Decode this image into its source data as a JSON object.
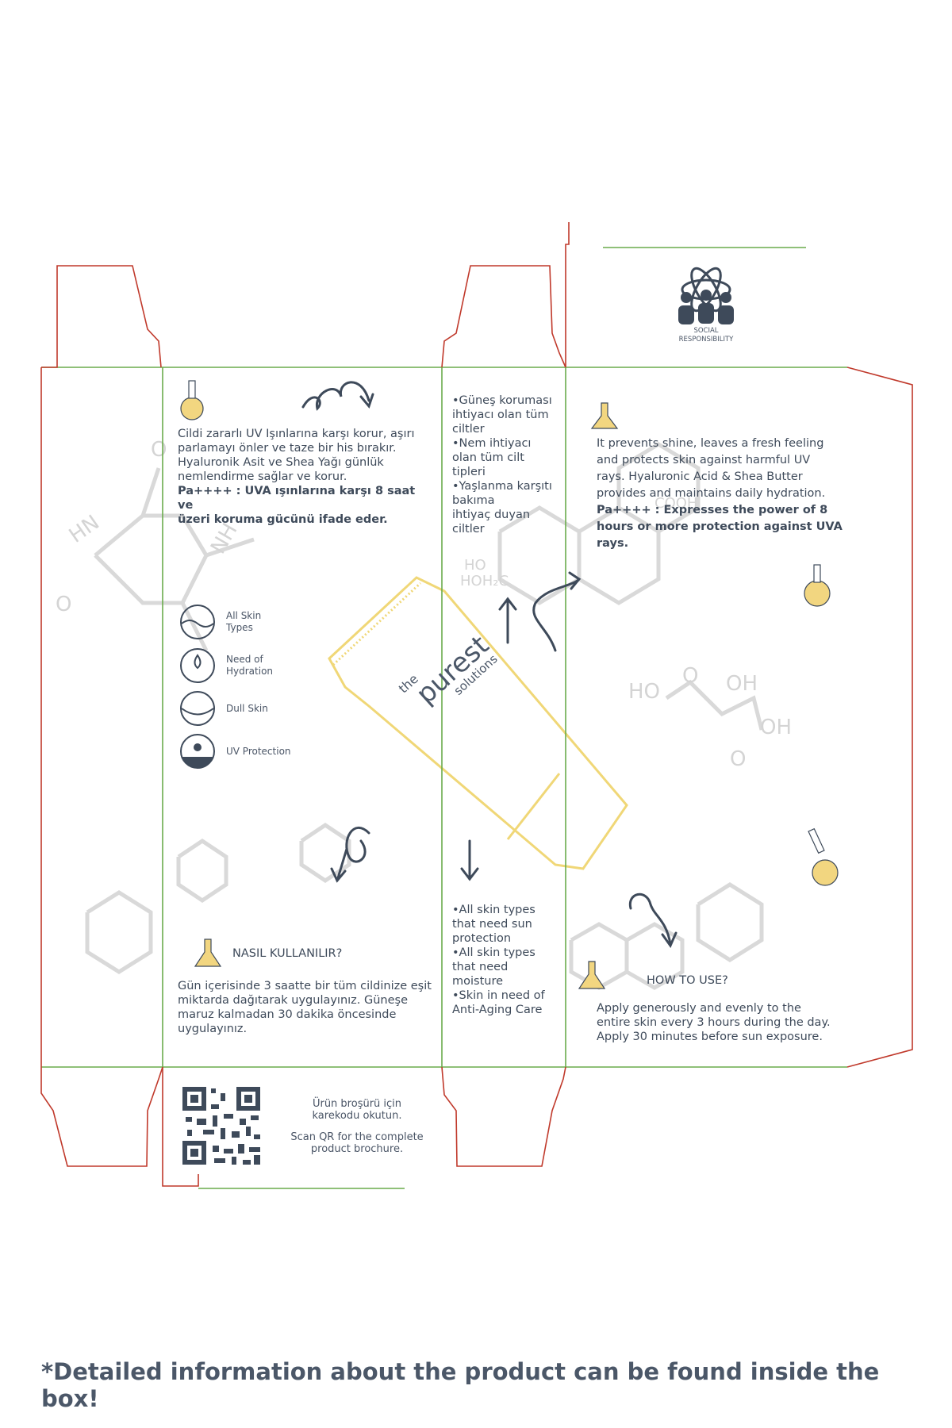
{
  "brand": {
    "line1": "the",
    "line2": "purest",
    "line3": "solutions"
  },
  "top_flap": {
    "icon_label_1": "SOCIAL",
    "icon_label_2": "RESPONSIBILITY"
  },
  "panel_tr": {
    "line1": "Cildi zararlı UV Işınlarına karşı korur, aşırı",
    "line2": "parlamayı önler ve taze bir his bırakır.",
    "line3": "Hyaluronik Asit ve Shea Yağı günlük",
    "line4": "nemlendirme sağlar ve korur.",
    "bold1": "Pa++++ : UVA ışınlarına karşı 8 saat ve",
    "bold2": "üzeri koruma gücünü ifade eder."
  },
  "icons": [
    {
      "label1": "All Skin",
      "label2": "Types"
    },
    {
      "label1": "Need of",
      "label2": "Hydration"
    },
    {
      "label1": "Dull Skin",
      "label2": ""
    },
    {
      "label1": "UV Protection",
      "label2": ""
    }
  ],
  "side_top": {
    "lines": [
      "•Güneş koruması",
      "ihtiyacı olan tüm",
      "ciltler",
      "•Nem ihtiyacı",
      "olan tüm cilt",
      "tipleri",
      "•Yaşlanma karşıtı",
      "bakıma",
      "ihtiyaç duyan",
      "ciltler"
    ]
  },
  "side_bottom": {
    "lines": [
      "•All skin types",
      "that need sun",
      "protection",
      "•All skin types",
      "that need",
      "moisture",
      "•Skin in need of",
      "Anti-Aging Care"
    ]
  },
  "panel_en": {
    "line1": "It prevents shine, leaves a fresh feeling",
    "line2": "and protects skin against harmful UV",
    "line3": "rays. Hyaluronic Acid & Shea Butter",
    "line4": "provides and maintains daily hydration.",
    "bold1": "Pa++++ : Expresses the power of 8",
    "bold2": "hours or more protection against UVA",
    "bold3": "rays."
  },
  "howto_tr": {
    "title": "NASIL KULLANILIR?",
    "line1": "Gün içerisinde 3 saatte bir tüm cildinize eşit",
    "line2": "miktarda dağıtarak uygulayınız. Güneşe",
    "line3": "maruz kalmadan 30 dakika öncesinde",
    "line4": "uygulayınız."
  },
  "howto_en": {
    "title": "HOW TO USE?",
    "line1": "Apply generously and evenly to the",
    "line2": "entire skin every 3 hours during the day.",
    "line3": "Apply 30 minutes before sun exposure."
  },
  "qr": {
    "tr1": "Ürün broşürü için",
    "tr2": "karekodu okutun.",
    "en1": "Scan QR for the complete",
    "en2": "product brochure."
  },
  "footer": "*Detailed information about the product can be found inside the box!",
  "colors": {
    "cut_line": "#c0392b",
    "fold_line": "#5aa83a",
    "ink": "#3e4a5a",
    "accent_yellow": "#f2d680",
    "molecule_gray": "#d6d6d6"
  }
}
